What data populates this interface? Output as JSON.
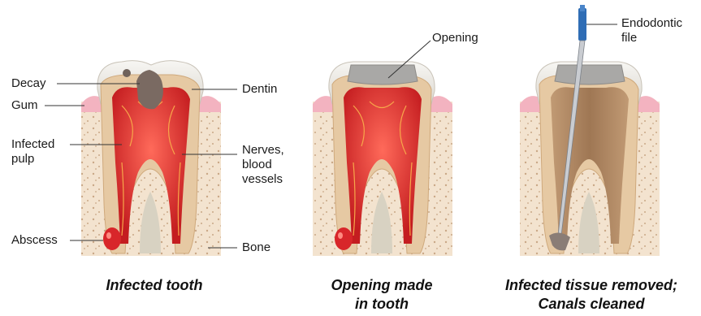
{
  "panels": [
    {
      "caption": "Infected tooth",
      "labels": {
        "decay": "Decay",
        "gum": "Gum",
        "infected_pulp": "Infected\npulp",
        "abscess": "Abscess",
        "dentin": "Dentin",
        "nerves": "Nerves,\nblood\nvessels",
        "bone": "Bone"
      }
    },
    {
      "caption": "Opening made\nin tooth",
      "labels": {
        "opening": "Opening"
      }
    },
    {
      "caption": "Infected tissue removed;\nCanals cleaned",
      "labels": {
        "endodontic_file": "Endodontic\nfile"
      }
    }
  ],
  "colors": {
    "bone": "#f3e3cf",
    "enamel": "#e9e6e0",
    "dentin": "#e6c9a3",
    "pulp_infected": "#d8262a",
    "pulp_cleaned": "#b08a66",
    "gum": "#f3b3c0",
    "decay": "#7a6a62",
    "file_handle": "#2f6db5"
  },
  "icons": [
    "tooth-cross-section-illustration",
    "endodontic-file-instrument"
  ]
}
